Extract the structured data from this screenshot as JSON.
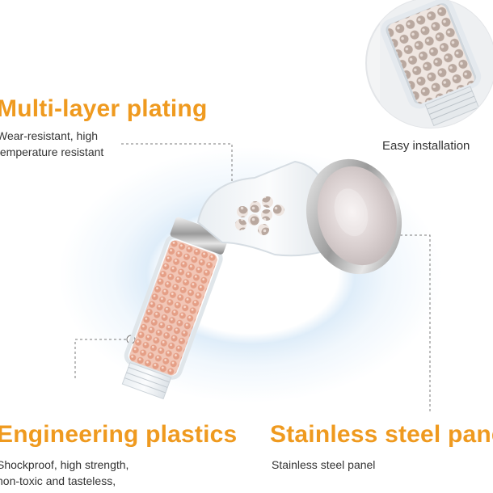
{
  "callouts": {
    "multilayer": {
      "title": "Multi-layer plating",
      "desc": "Wear-resistant, high\ntemperature resistant"
    },
    "installation": {
      "caption": "Easy installation"
    },
    "plastics": {
      "title": "Engineering plastics",
      "desc": "Shockproof, high strength,\nnon-toxic and tasteless,\nGood thermal stability of trouser"
    },
    "panel": {
      "title": "Stainless steel panel",
      "desc": "Stainless steel panel"
    }
  },
  "colors": {
    "accent": "#ef9a1f",
    "text": "#333333",
    "glow": "#cfe3f5",
    "beads": "#e9a58c"
  },
  "icons": [
    "shower-head-image",
    "filter-cartridge-detail-image"
  ]
}
